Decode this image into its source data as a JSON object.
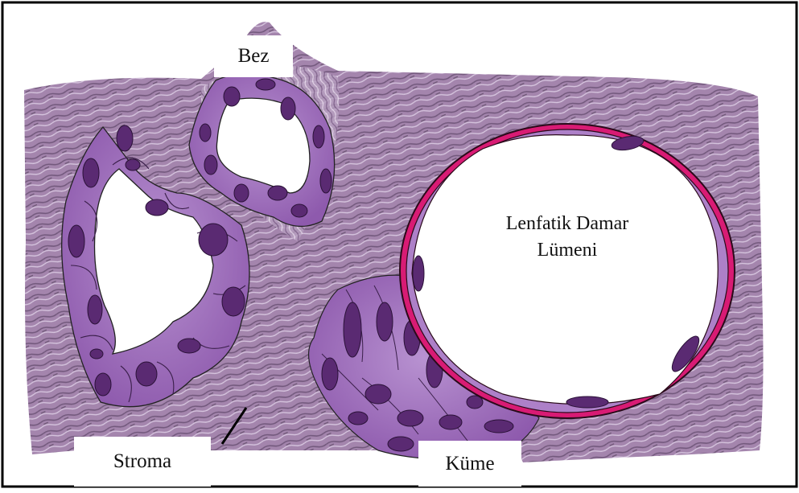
{
  "labels": {
    "gland": "Bez",
    "stroma": "Stroma",
    "cluster": "Küme",
    "lumen_line1": "Lenfatik Damar",
    "lumen_line2": "Lümeni"
  },
  "colors": {
    "tissue": "#9c7aa6",
    "tissue_dark": "#6f4e78",
    "cell_fill": "#a678c4",
    "nucleus": "#5a2a72",
    "vessel_wall": "#d81b74",
    "border": "#000000"
  }
}
